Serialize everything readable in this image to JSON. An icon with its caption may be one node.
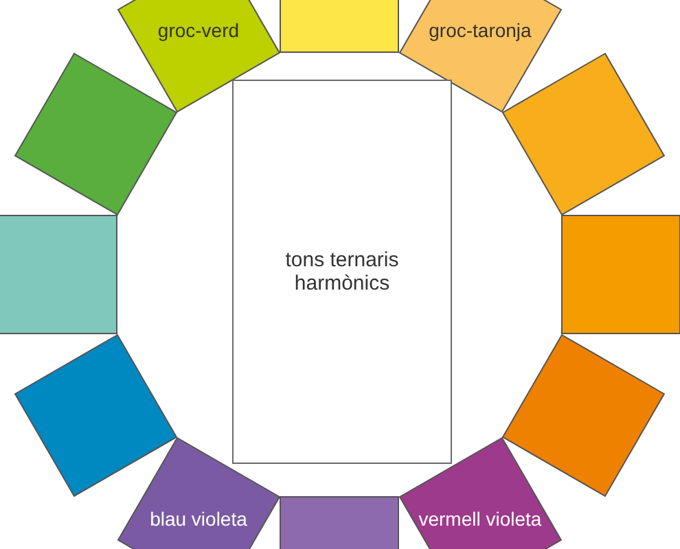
{
  "diagram": {
    "nodes": [
      {
        "text": [
          "groc-verd"
        ]
      },
      {
        "text": [],
        "shape": "box"
      },
      {
        "text": [
          "groc-taronja"
        ]
      },
      {
        "text": [],
        "shape": "box"
      },
      {
        "text": [],
        "shape": "box"
      },
      {
        "text": [
          "tons ternaris harmònics"
        ]
      },
      {
        "text": [],
        "shape": "box"
      },
      {
        "text": [],
        "shape": "box"
      },
      {
        "text": [],
        "shape": "box"
      },
      {
        "text": [],
        "shape": "box"
      },
      {
        "text": [
          "blau violeta"
        ]
      },
      {
        "text": [],
        "shape": "box"
      },
      {
        "text": [
          "vermell violeta"
        ]
      }
    ]
  }
}
